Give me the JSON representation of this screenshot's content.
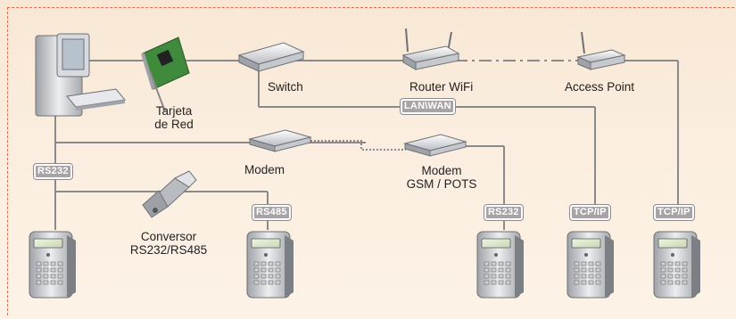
{
  "labels": {
    "switch": "Switch",
    "router": "Router WiFi",
    "access_point": "Access Point",
    "network_card_line1": "Tarjeta",
    "network_card_line2": "de Red",
    "modem": "Modem",
    "modem_gsm_line1": "Modem",
    "modem_gsm_line2": "GSM / POTS",
    "converter_line1": "Conversor",
    "converter_line2": "RS232/RS485"
  },
  "tags": {
    "lan_wan": "LAN\\WAN",
    "rs232_pc": "RS232",
    "rs485": "RS485",
    "rs232_term": "RS232",
    "tcpip_1": "TCP/IP",
    "tcpip_2": "TCP/IP"
  },
  "colors": {
    "frame": "#e36a4f",
    "line": "#8a8a8a",
    "tag_bg": "#a9a2a6"
  }
}
